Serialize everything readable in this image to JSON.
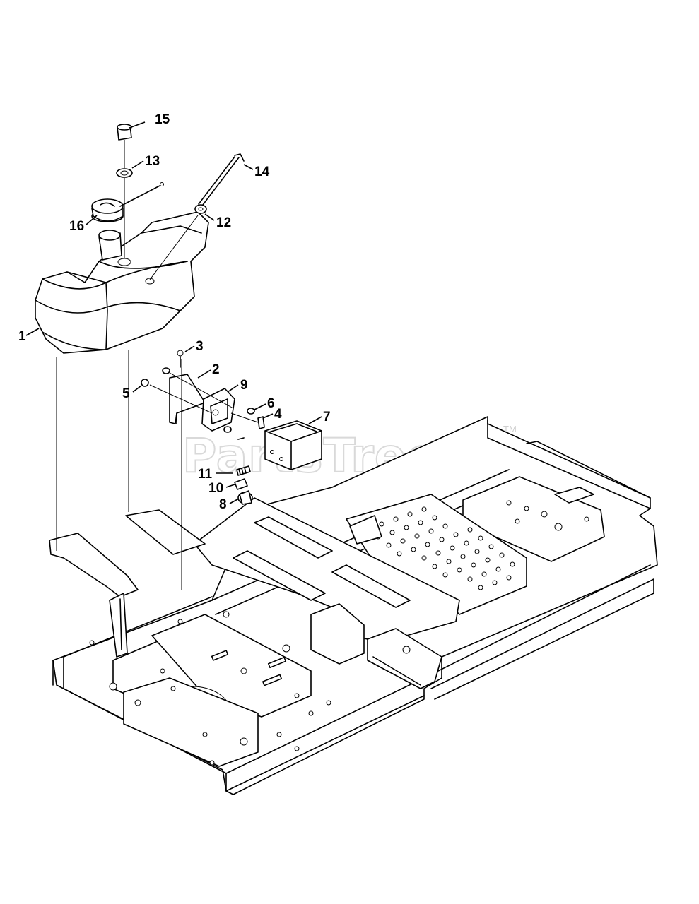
{
  "watermark": {
    "text": "PartsTree",
    "trademark": "TM"
  },
  "callouts": [
    {
      "id": "1",
      "label": "1"
    },
    {
      "id": "2",
      "label": "2"
    },
    {
      "id": "3",
      "label": "3"
    },
    {
      "id": "4",
      "label": "4"
    },
    {
      "id": "5",
      "label": "5"
    },
    {
      "id": "6",
      "label": "6"
    },
    {
      "id": "7",
      "label": "7"
    },
    {
      "id": "8",
      "label": "8"
    },
    {
      "id": "9",
      "label": "9"
    },
    {
      "id": "10",
      "label": "10"
    },
    {
      "id": "11",
      "label": "11"
    },
    {
      "id": "12",
      "label": "12"
    },
    {
      "id": "13",
      "label": "13"
    },
    {
      "id": "14",
      "label": "14"
    },
    {
      "id": "15",
      "label": "15"
    },
    {
      "id": "16",
      "label": "16"
    }
  ]
}
